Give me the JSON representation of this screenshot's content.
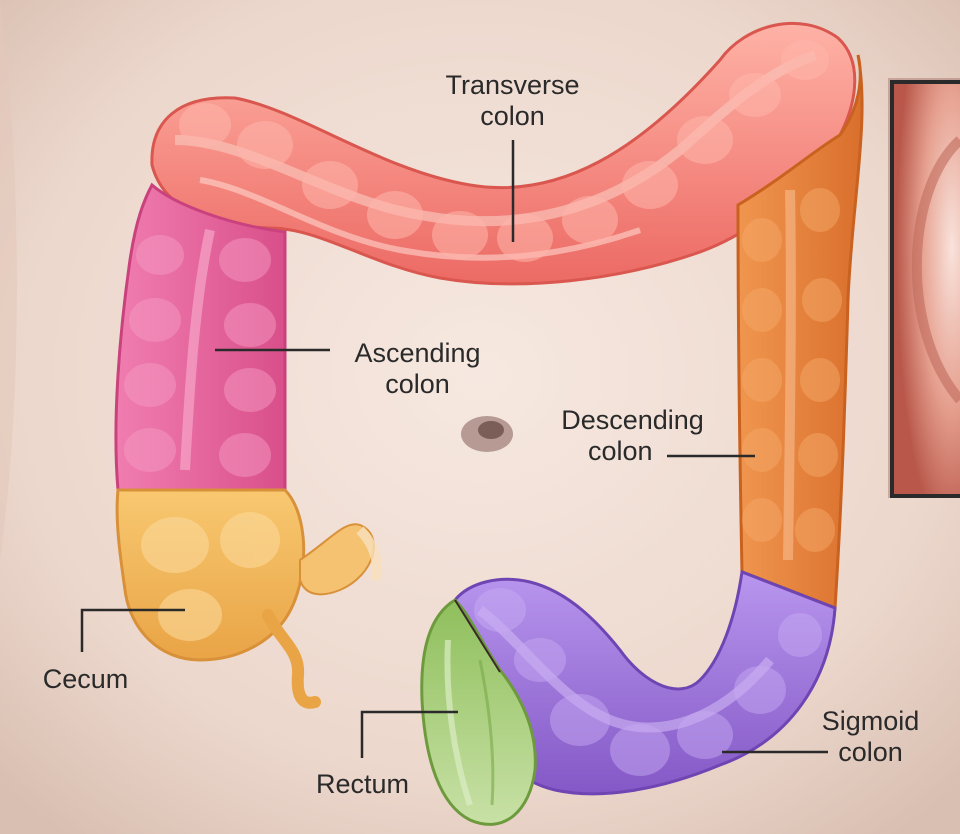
{
  "diagram": {
    "labels": {
      "transverse": {
        "line1": "Transverse",
        "line2": "colon"
      },
      "ascending": {
        "line1": "Ascending",
        "line2": "colon"
      },
      "descending": {
        "line1": "Descending",
        "line2": "colon"
      },
      "cecum": {
        "line1": "Cecum"
      },
      "rectum": {
        "line1": "Rectum"
      },
      "sigmoid": {
        "line1": "Sigmoid",
        "line2": "colon"
      }
    },
    "colors": {
      "skin": "#efdcd2",
      "transverse": "#f2807a",
      "ascending": "#e7639a",
      "descending": "#e6813e",
      "cecum": "#f2b456",
      "sigmoid": "#9c72d9",
      "rectum": "#9dc669",
      "leader_line": "#2a2a2a"
    }
  }
}
